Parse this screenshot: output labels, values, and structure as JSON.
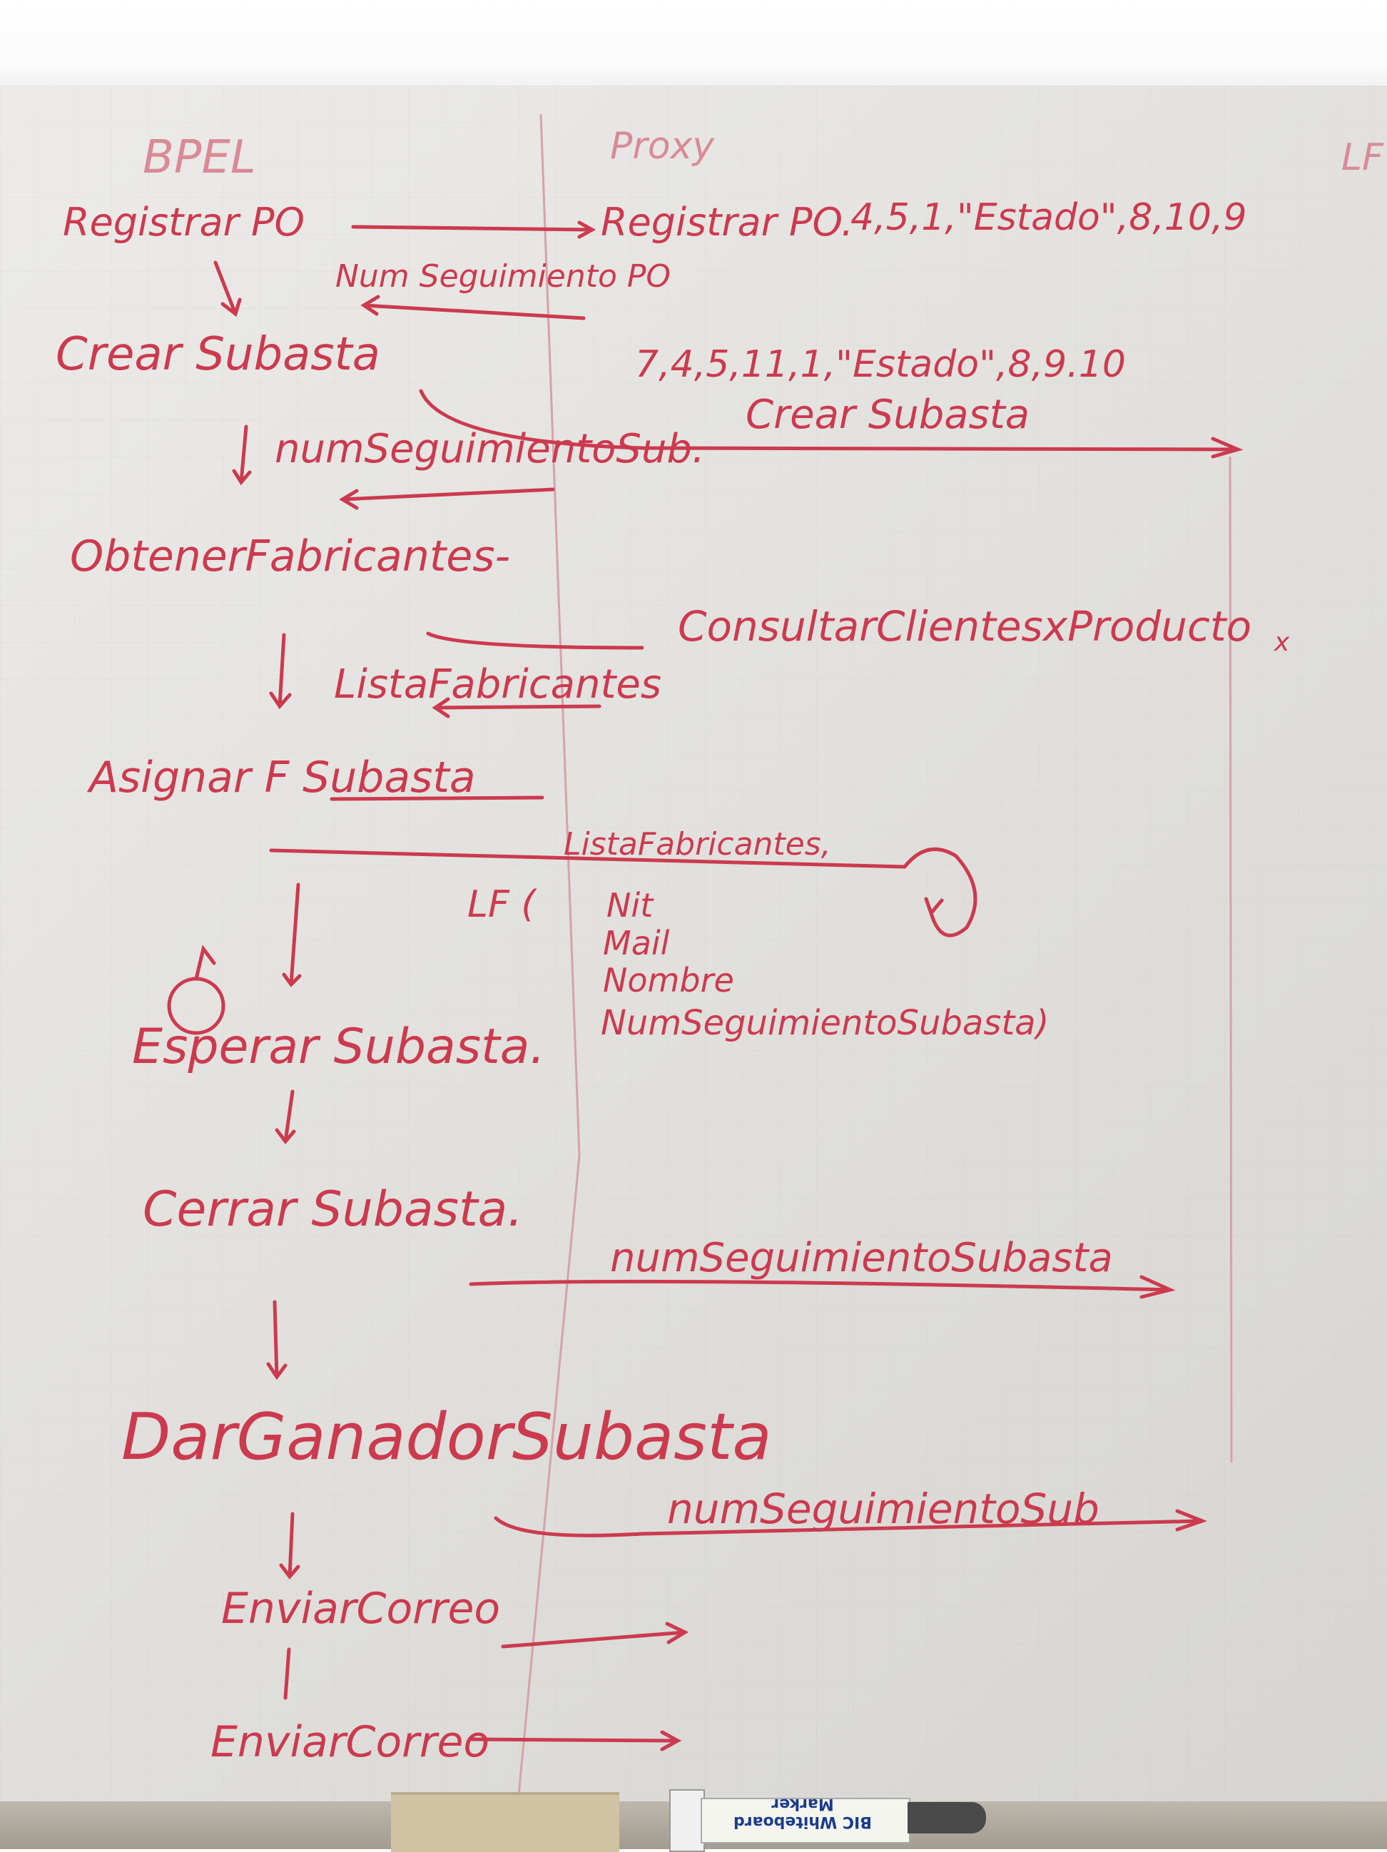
{
  "board": {
    "col_bpel": "BPEL",
    "col_proxy": "Proxy",
    "col_lf": "LF",
    "registrar_po": "Registrar PO",
    "registrar_po_proxy": "Registrar PO.",
    "registrar_po_params": "4,5,1,\"Estado\",8,10,9",
    "num_seguimiento_po": "Num Seguimiento PO",
    "crear_subasta": "Crear Subasta",
    "crear_subasta_params": "7,4,5,11,1,\"Estado\",8,9.10",
    "crear_subasta_proxy": "Crear Subasta",
    "num_seguimiento_sub": "numSeguimientoSub.",
    "obtener_fabricantes": "ObtenerFabricantes-",
    "consultar_clientes": "ConsultarClientesxProducto",
    "x_mark": "x",
    "lista_fabricantes": "ListaFabricantes",
    "asignar_subasta": "Asignar F Subasta",
    "lista_fabricantes_2": "ListaFabricantes,",
    "lf_open": "LF (",
    "lf_nit": "Nit",
    "lf_mail": "Mail",
    "lf_nombre": "Nombre",
    "lf_num_seg": "NumSeguimientoSubasta)",
    "esperar_subasta": "Esperar Subasta.",
    "cerrar_subasta": "Cerrar Subasta.",
    "num_seguimiento_subasta": "numSeguimientoSubasta",
    "dar_ganador": "DarGanadorSubasta",
    "num_seguimiento_sub_2": "numSeguimientoSub",
    "enviar_correo_1": "EnviarCorreo",
    "enviar_correo_2": "EnviarCorreo"
  },
  "marker": {
    "brand_label": "BIC Whiteboard Marker"
  }
}
